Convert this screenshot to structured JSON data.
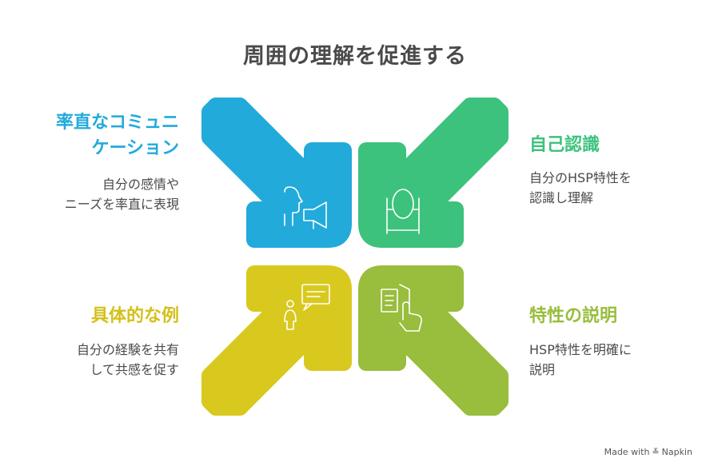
{
  "title": "周囲の理解を促進する",
  "quadrants": [
    {
      "heading_lines": [
        "率直なコミュニ",
        "ケーション"
      ],
      "desc_lines": [
        "自分の感情や",
        "ニーズを率直に表現"
      ],
      "color": "#22aadb",
      "icon": "speaking-megaphone-icon"
    },
    {
      "heading_lines": [
        "自己認識"
      ],
      "desc_lines": [
        "自分のHSP特性を",
        "認識し理解"
      ],
      "color": "#3cc27d",
      "icon": "mirror-icon"
    },
    {
      "heading_lines": [
        "具体的な例"
      ],
      "desc_lines": [
        "自分の経験を共有",
        "して共感を促す"
      ],
      "color": "#d9c91e",
      "icon": "person-speech-bubble-icon"
    },
    {
      "heading_lines": [
        "特性の説明"
      ],
      "desc_lines": [
        "HSP特性を明確に",
        "説明"
      ],
      "color": "#99bd3c",
      "icon": "hand-pointing-document-icon"
    }
  ],
  "footer": {
    "made_with": "Made with",
    "brand": "Napkin"
  }
}
